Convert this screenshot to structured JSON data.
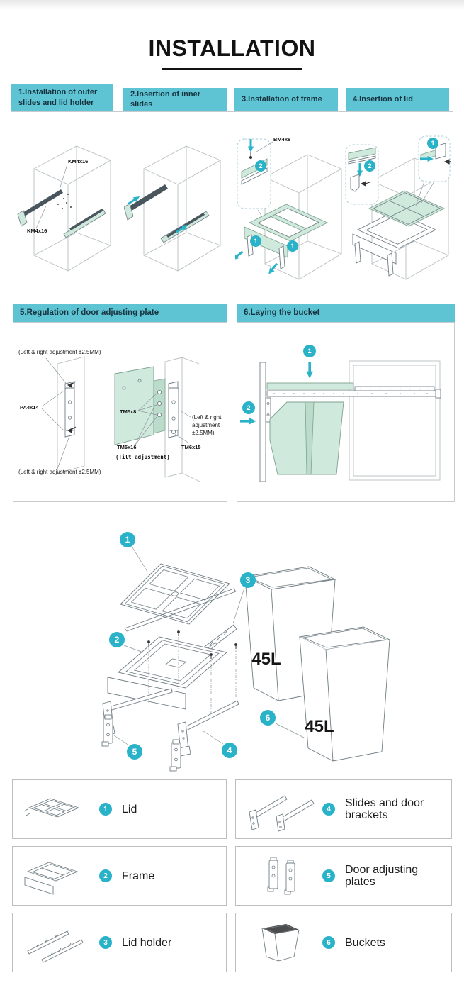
{
  "title": "INSTALLATION",
  "colors": {
    "header_teal": "#5ec4d4",
    "callout_teal": "#2ab3c8",
    "part_green": "#cfe9dc"
  },
  "headers": {
    "s1": "1.Installation of outer slides and lid holder",
    "s2": "2.Insertion of inner slides",
    "s3": "3.Installation of frame",
    "s4": "4.Insertion of lid",
    "s5": "5.Regulation of door adjusting plate",
    "s6": "6.Laying the bucket"
  },
  "step1": {
    "screw_top": "KM4x16",
    "screw_bottom": "KM4x16"
  },
  "step3": {
    "screw": "BM4x8",
    "callout_pull_left": "1",
    "callout_pull_right": "1",
    "callout_screw": "2"
  },
  "step4": {
    "callout_clip": "1",
    "callout_hook": "2"
  },
  "panel5": {
    "adjust_top": "(Left & right adjustment ±2.5MM)",
    "adjust_bottom": "(Left & right adjustment ±2.5MM)",
    "adjust_right_l1": "(Left & right",
    "adjust_right_l2": "adjustment",
    "adjust_right_l3": "±2.5MM)",
    "screw_left": "PA4x14",
    "screw_mid": "TM5x8",
    "screw_tilt": "TM5x16",
    "tilt_note": "(Tilt adjustment)",
    "screw_right": "TM6x15"
  },
  "panel6": {
    "callout_drop": "1",
    "callout_slide": "2"
  },
  "exploded": {
    "c1": "1",
    "c2": "2",
    "c3": "3",
    "c4": "4",
    "c5": "5",
    "c6": "6",
    "bucket_back_label": "45L",
    "bucket_front_label": "45L"
  },
  "parts": [
    {
      "num": "1",
      "label": "Lid"
    },
    {
      "num": "2",
      "label": "Frame"
    },
    {
      "num": "3",
      "label": "Lid holder"
    },
    {
      "num": "4",
      "label": "Slides and door brackets"
    },
    {
      "num": "5",
      "label": "Door adjusting plates"
    },
    {
      "num": "6",
      "label": "Buckets"
    }
  ]
}
